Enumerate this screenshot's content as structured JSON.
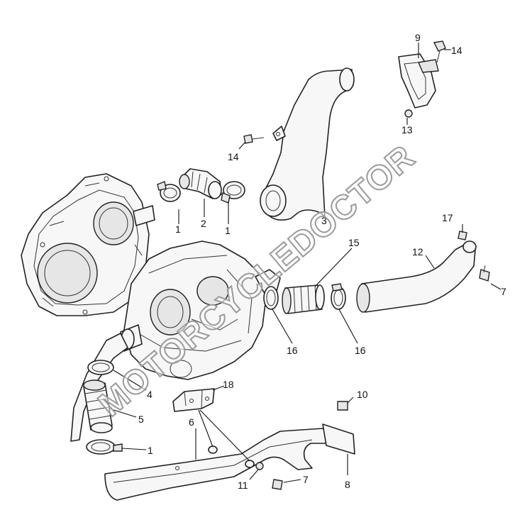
{
  "watermark": "MOTORCYCLEDOCTOR",
  "callouts": {
    "c9": "9",
    "c14a": "14",
    "c13": "13",
    "c14b": "14",
    "c3": "3",
    "c1a": "1",
    "c2": "2",
    "c1b": "1",
    "c15": "15",
    "c17": "17",
    "c12": "12",
    "c7a": "7",
    "c16a": "16",
    "c16b": "16",
    "c4": "4",
    "c5": "5",
    "c18": "18",
    "c10": "10",
    "c6": "6",
    "c1c": "1",
    "c11": "11",
    "c7b": "7",
    "c8": "8"
  }
}
